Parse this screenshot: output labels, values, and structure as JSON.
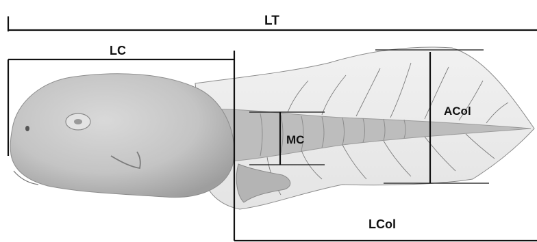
{
  "labels": {
    "lt": "LT",
    "lc": "LC",
    "mc": "MC",
    "acol": "ACol",
    "lcol": "LCol"
  },
  "colors": {
    "line": "#111111",
    "body_fill": "#c8c8c8",
    "body_shadow": "#9a9a9a",
    "fin_fill": "#ececec",
    "fin_edge": "#8a8a8a",
    "vein": "#7a7a7a",
    "muscle": "#b9b9b9"
  }
}
